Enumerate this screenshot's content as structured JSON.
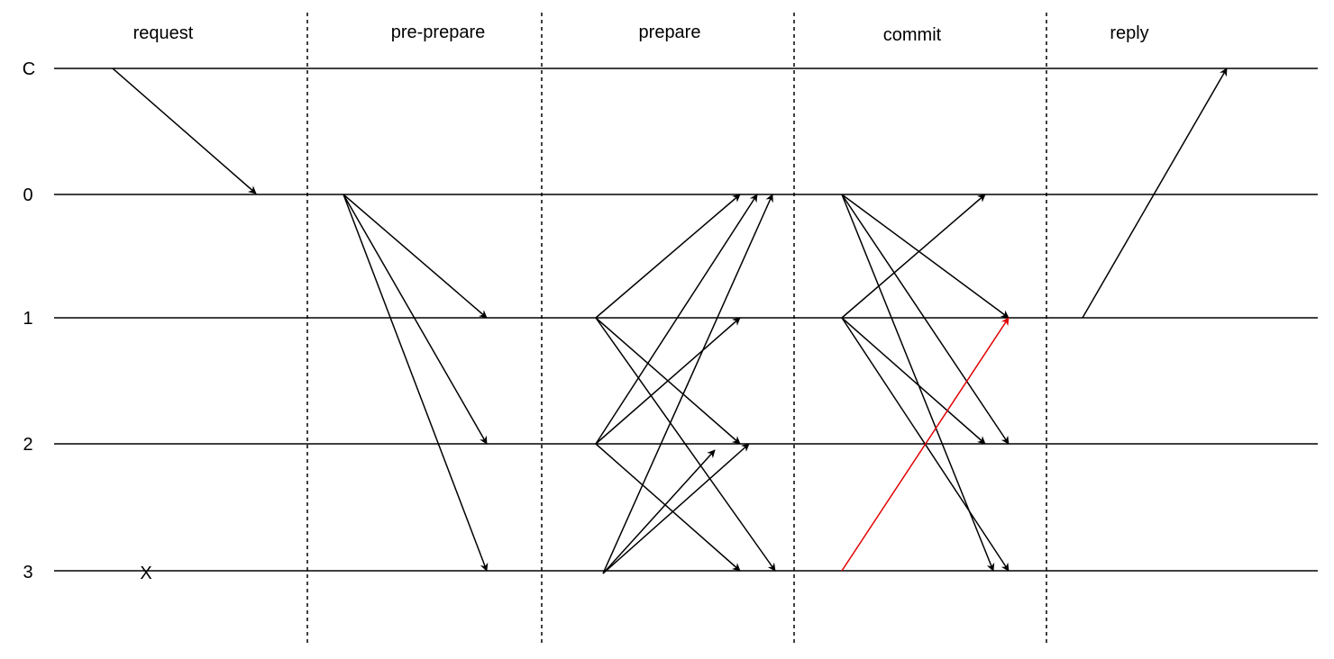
{
  "phases": [
    {
      "id": "request",
      "label": "request"
    },
    {
      "id": "pre-prepare",
      "label": "pre-prepare"
    },
    {
      "id": "prepare",
      "label": "prepare"
    },
    {
      "id": "commit",
      "label": "commit"
    },
    {
      "id": "reply",
      "label": "reply"
    }
  ],
  "nodes": [
    {
      "id": "C",
      "label": "C"
    },
    {
      "id": "0",
      "label": "0"
    },
    {
      "id": "1",
      "label": "1"
    },
    {
      "id": "2",
      "label": "2"
    },
    {
      "id": "3",
      "label": "3"
    }
  ],
  "failure_mark": {
    "node": "3",
    "label": "X"
  },
  "colors": {
    "line": "#000000",
    "highlight": "#e00000"
  },
  "messages": [
    {
      "phase": "request",
      "from": "C",
      "to": "0"
    },
    {
      "phase": "pre-prepare",
      "from": "0",
      "to": "1"
    },
    {
      "phase": "pre-prepare",
      "from": "0",
      "to": "2"
    },
    {
      "phase": "pre-prepare",
      "from": "0",
      "to": "3"
    },
    {
      "phase": "prepare",
      "from": "1",
      "to": "0"
    },
    {
      "phase": "prepare",
      "from": "1",
      "to": "2"
    },
    {
      "phase": "prepare",
      "from": "1",
      "to": "3"
    },
    {
      "phase": "prepare",
      "from": "2",
      "to": "0"
    },
    {
      "phase": "prepare",
      "from": "2",
      "to": "1"
    },
    {
      "phase": "prepare",
      "from": "2",
      "to": "3"
    },
    {
      "phase": "prepare",
      "from": "3",
      "to": "0"
    },
    {
      "phase": "prepare",
      "from": "3",
      "to": "2"
    },
    {
      "phase": "prepare",
      "from": "3",
      "to": "2"
    },
    {
      "phase": "commit",
      "from": "0",
      "to": "1"
    },
    {
      "phase": "commit",
      "from": "0",
      "to": "2"
    },
    {
      "phase": "commit",
      "from": "0",
      "to": "3"
    },
    {
      "phase": "commit",
      "from": "1",
      "to": "0"
    },
    {
      "phase": "commit",
      "from": "1",
      "to": "2"
    },
    {
      "phase": "commit",
      "from": "1",
      "to": "3"
    },
    {
      "phase": "commit",
      "from": "3",
      "to": "1",
      "highlight": true
    },
    {
      "phase": "reply",
      "from": "1",
      "to": "C"
    }
  ]
}
